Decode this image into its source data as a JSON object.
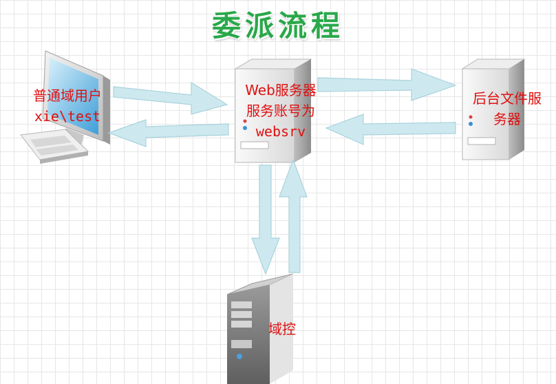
{
  "title": "委派流程",
  "nodes": {
    "client": {
      "line1": "普通域用户",
      "line2": "xie\\test",
      "icon": "desktop-computer-icon"
    },
    "web_server": {
      "line1": "Web服务器",
      "line2": "服务账号为",
      "line3": "websrv",
      "icon": "server-tower-icon"
    },
    "file_server": {
      "line1": "后台文件服",
      "line2": "务器",
      "icon": "server-tower-icon"
    },
    "domain_controller": {
      "line1": "域控",
      "icon": "server-tower-icon"
    }
  },
  "colors": {
    "title": "#2aa84a",
    "label": "#e01010",
    "arrow_fill": "#cde9ef",
    "arrow_stroke": "#a9d2dc"
  }
}
